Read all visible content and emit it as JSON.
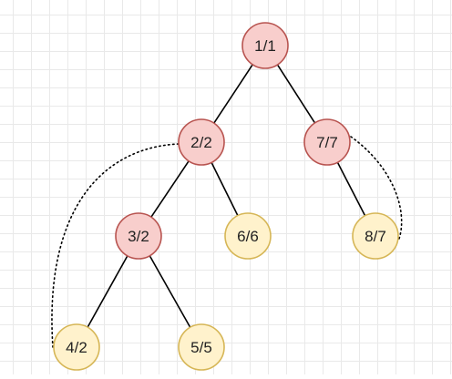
{
  "diagram": {
    "type": "tree",
    "colors": {
      "red_fill": "#f8cecc",
      "red_stroke": "#b85450",
      "yellow_fill": "#fff2cc",
      "yellow_stroke": "#d6b656",
      "edge": "#000000"
    },
    "nodes": [
      {
        "id": "n1",
        "label": "1/1",
        "style": "red"
      },
      {
        "id": "n2",
        "label": "2/2",
        "style": "red"
      },
      {
        "id": "n7",
        "label": "7/7",
        "style": "red"
      },
      {
        "id": "n3",
        "label": "3/2",
        "style": "red"
      },
      {
        "id": "n6",
        "label": "6/6",
        "style": "yellow"
      },
      {
        "id": "n8",
        "label": "8/7",
        "style": "yellow"
      },
      {
        "id": "n4",
        "label": "4/2",
        "style": "yellow"
      },
      {
        "id": "n5",
        "label": "5/5",
        "style": "yellow"
      }
    ],
    "edges": [
      {
        "from": "n1",
        "to": "n2",
        "style": "solid"
      },
      {
        "from": "n1",
        "to": "n7",
        "style": "solid"
      },
      {
        "from": "n2",
        "to": "n3",
        "style": "solid"
      },
      {
        "from": "n2",
        "to": "n6",
        "style": "solid"
      },
      {
        "from": "n7",
        "to": "n8",
        "style": "solid"
      },
      {
        "from": "n3",
        "to": "n4",
        "style": "solid"
      },
      {
        "from": "n3",
        "to": "n5",
        "style": "solid"
      },
      {
        "from": "n2",
        "to": "n4",
        "style": "dotted"
      },
      {
        "from": "n7",
        "to": "n8",
        "style": "dotted"
      }
    ]
  }
}
